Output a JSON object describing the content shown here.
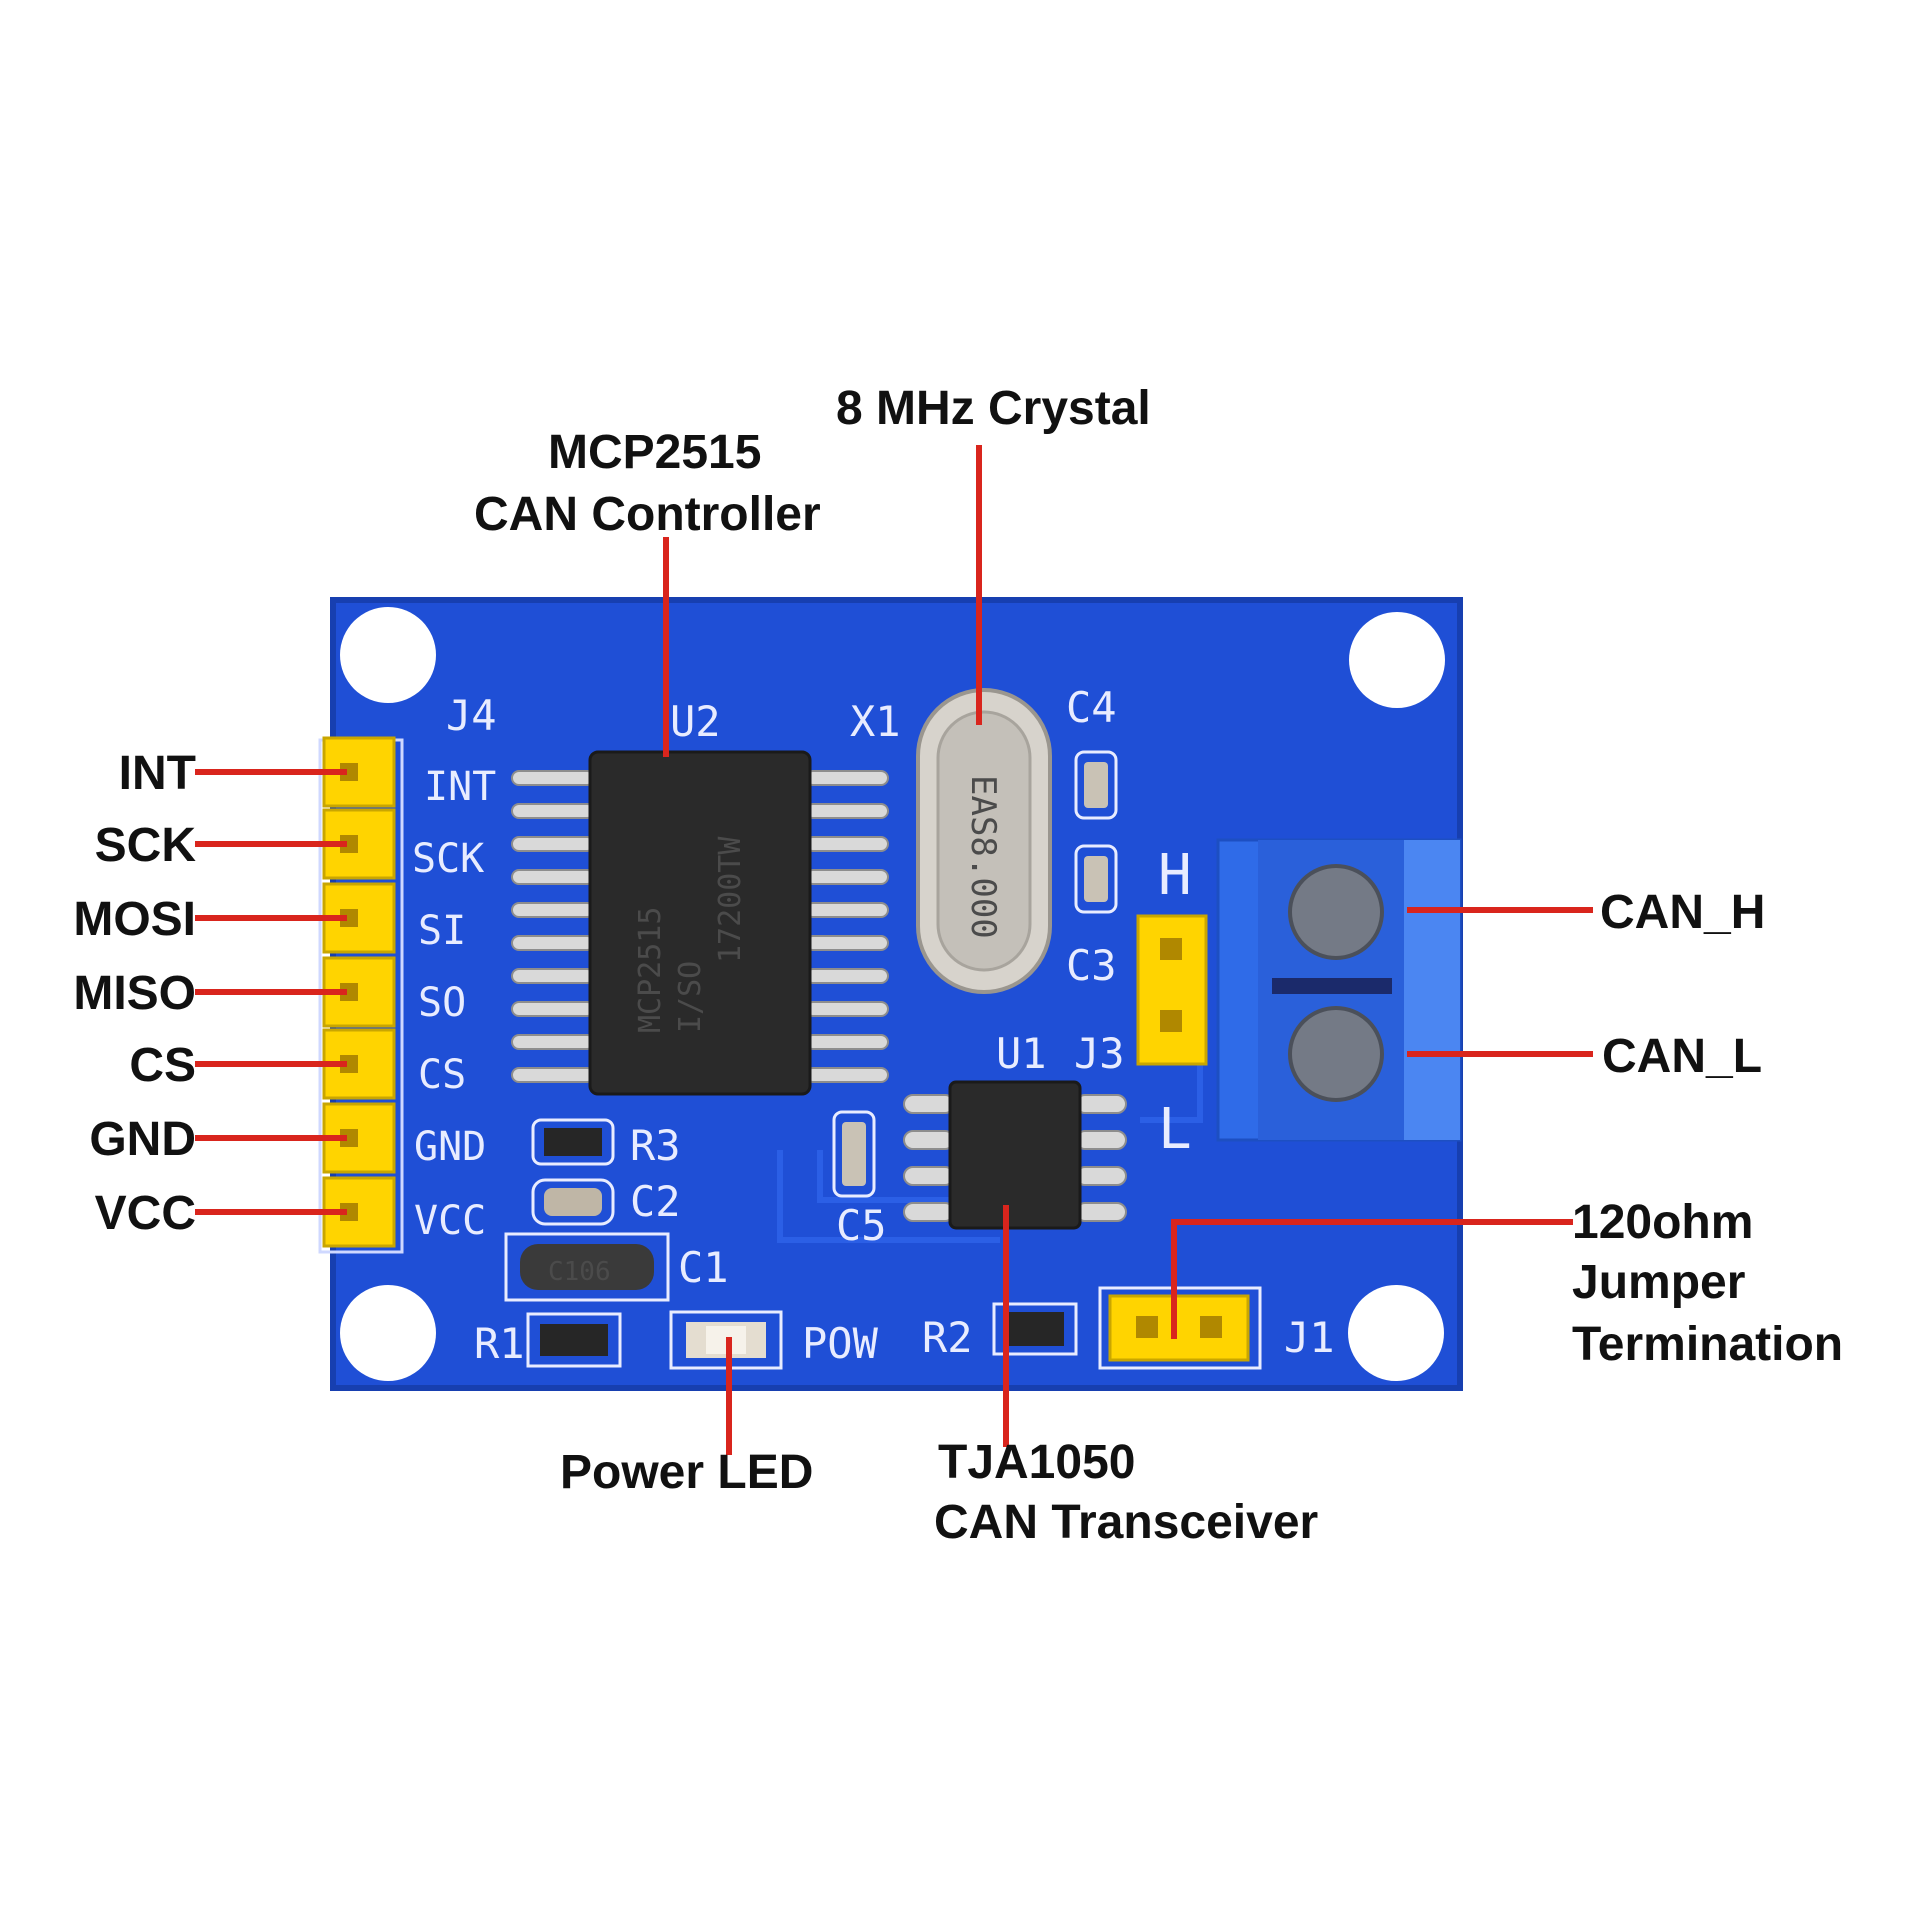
{
  "callouts": {
    "mcp2515": [
      "MCP2515",
      "CAN Controller"
    ],
    "crystal": "8 MHz Crystal",
    "power_led": "Power LED",
    "tja1050": [
      "TJA1050",
      "CAN Transceiver"
    ],
    "termination": [
      "120ohm",
      "Jumper",
      "Termination"
    ],
    "can_h": "CAN_H",
    "can_l": "CAN_L"
  },
  "pins": [
    "INT",
    "SCK",
    "MOSI",
    "MISO",
    "CS",
    "GND",
    "VCC"
  ],
  "silkscreen": {
    "header_pins": [
      "INT",
      "SCK",
      "SI",
      "SO",
      "CS",
      "GND",
      "VCC"
    ],
    "j4": "J4",
    "u2": "U2",
    "x1": "X1",
    "c4": "C4",
    "c3": "C3",
    "h": "H",
    "l": "L",
    "j3": "J3",
    "u1": "U1",
    "r3": "R3",
    "c2": "C2",
    "c5": "C5",
    "c1": "C1",
    "r1": "R1",
    "pow": "POW",
    "r2": "R2",
    "j1": "J1"
  },
  "chip_markings": {
    "mcp2515_lines": [
      "MCP2515",
      "I/SO",
      "17200TW"
    ],
    "crystal": "EAS8.000",
    "c1": "C106"
  },
  "colors": {
    "pcb": "#1f4fd6",
    "pcb_edge": "#173fb0",
    "leader": "#d9251d",
    "header": "#ffd400",
    "terminal": "#2f6be8"
  }
}
